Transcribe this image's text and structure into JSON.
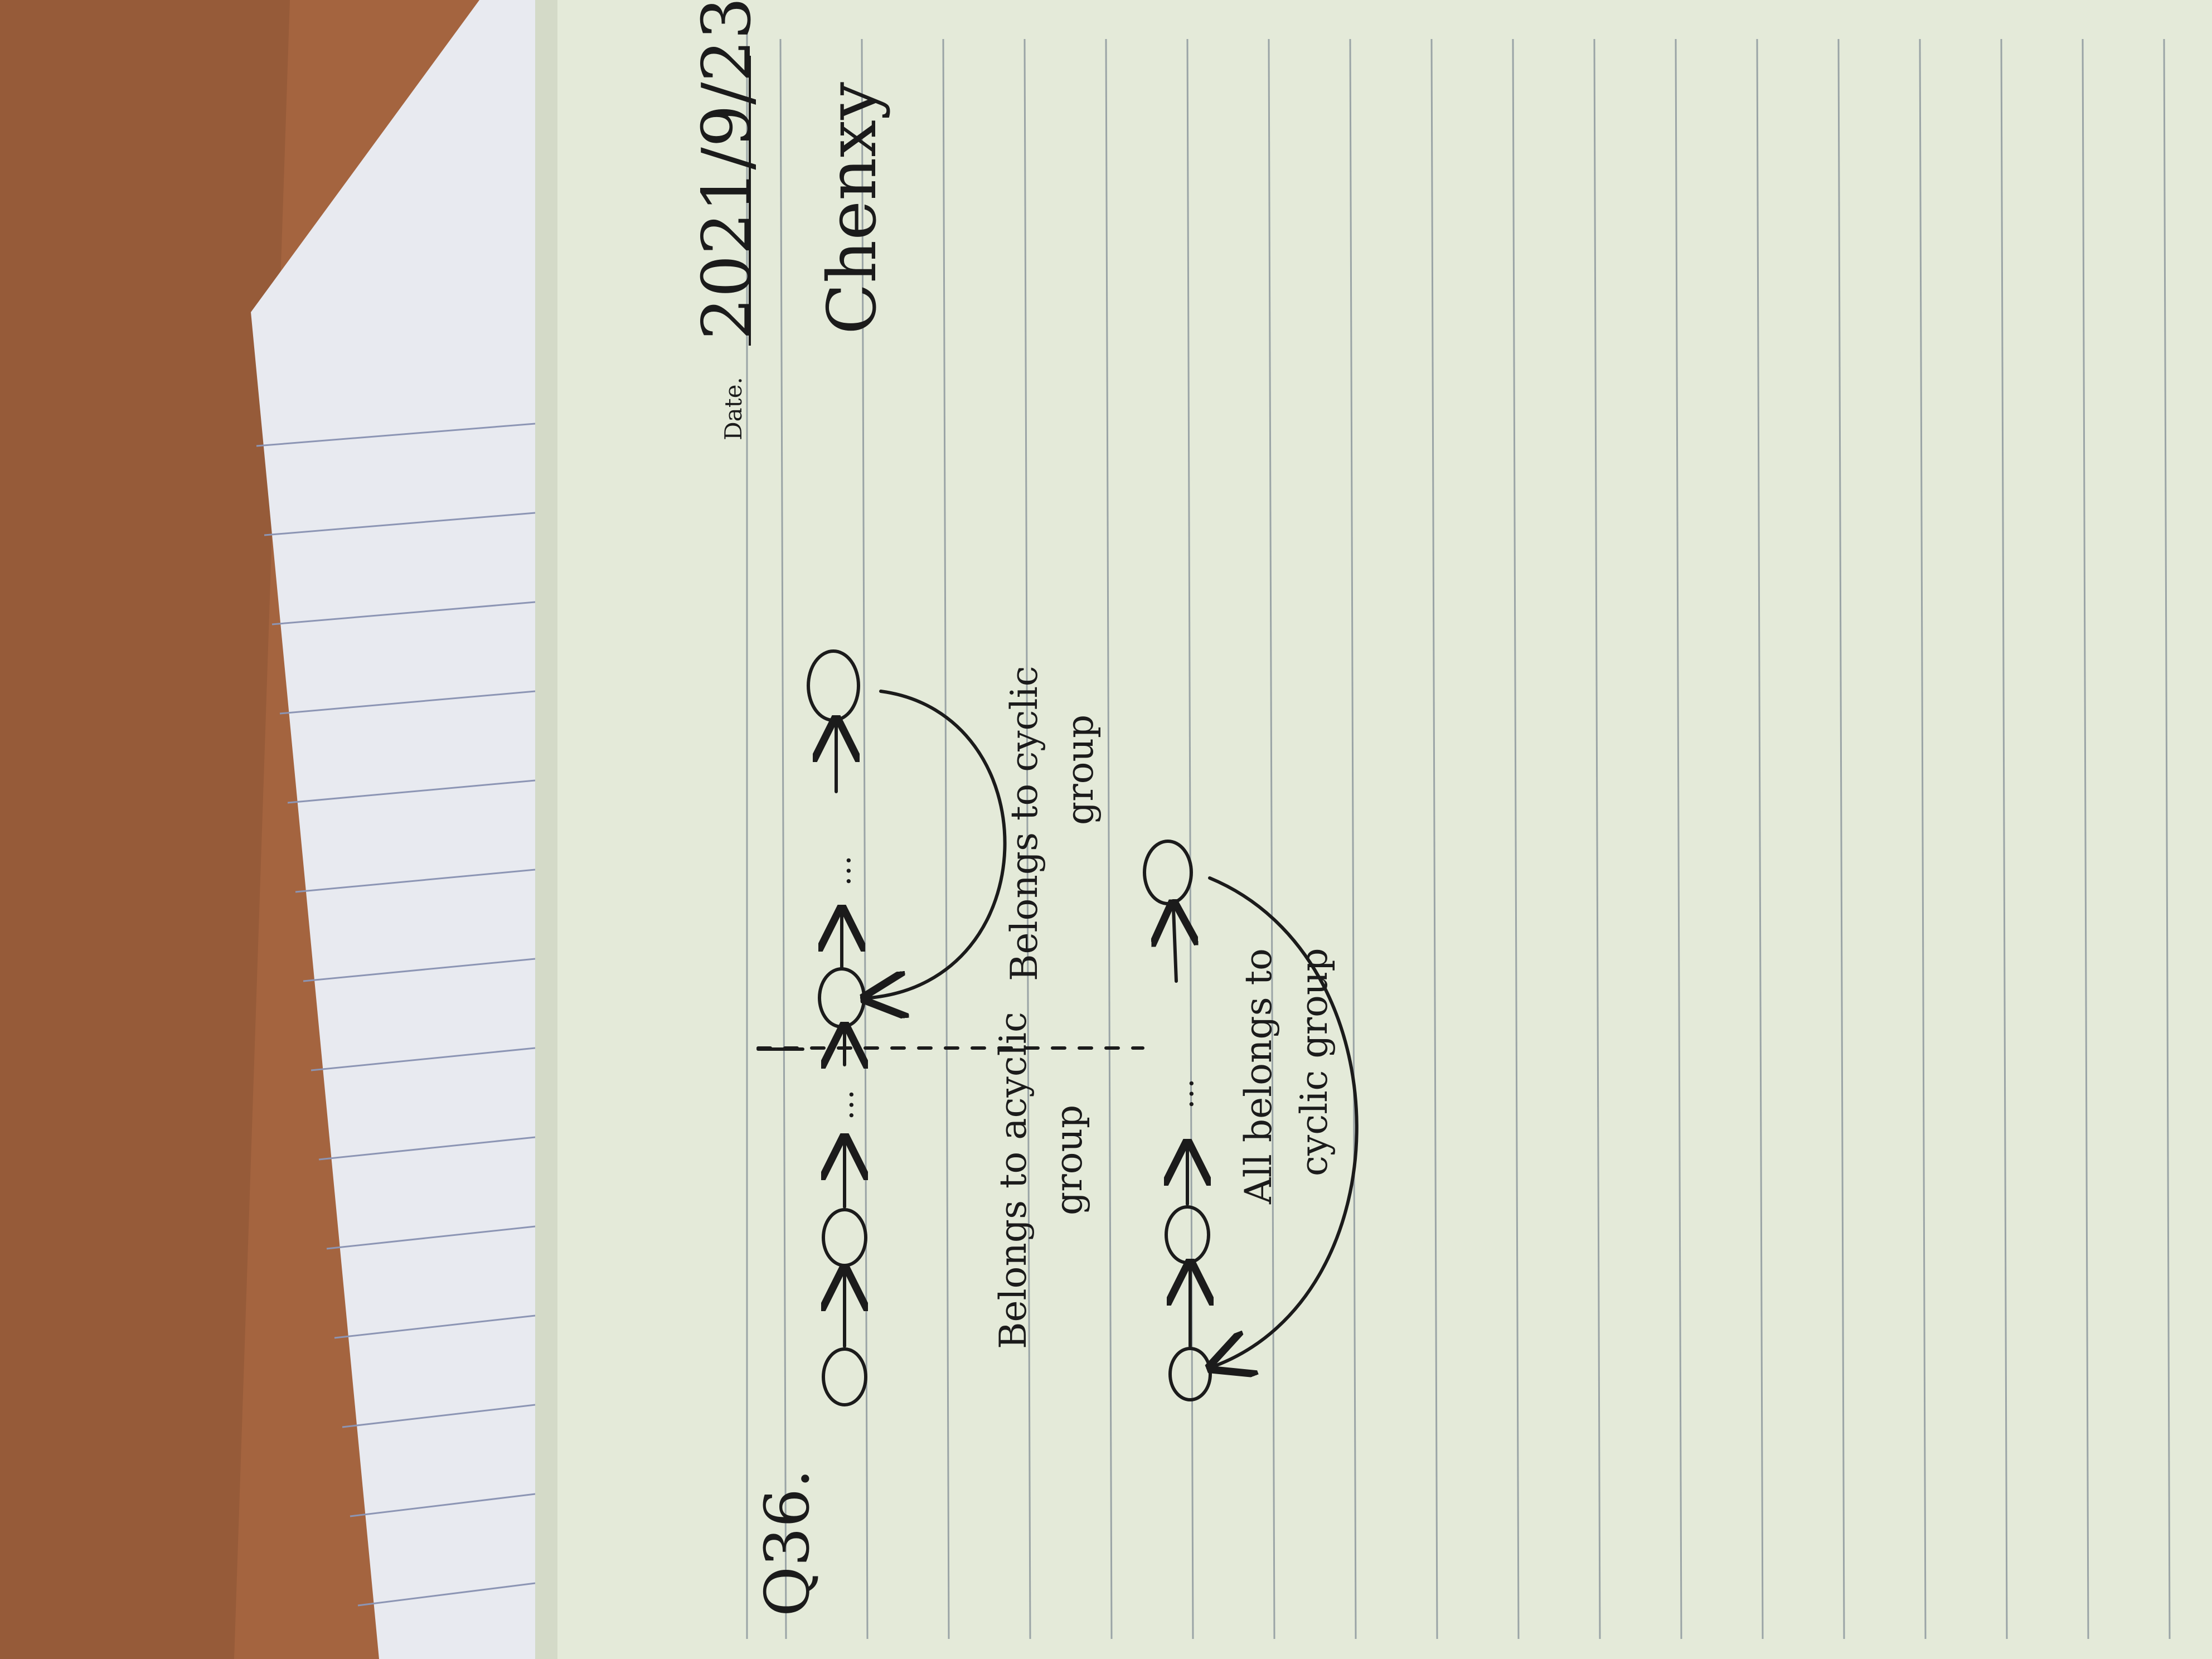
{
  "photo": {
    "colors": {
      "desk": "#a4643f",
      "desk_dark": "#7d4a2e",
      "paper": "#e4ead9",
      "paper_shadow": "#c9cfbd",
      "rule_line": "#9aa4a6",
      "back_sheet": "#e8eaf0",
      "back_rule": "#8c95b4",
      "ink": "#1b1b1b"
    },
    "printed": {
      "date_label": "Date."
    },
    "handwriting": {
      "date": "2021/9/23",
      "author": "Chenxy",
      "question": "Q36.",
      "label_acyclic_1": "Belongs to acyclic",
      "label_acyclic_2": "group",
      "label_cyclic_1": "Belongs to cyclic",
      "label_cyclic_2": "group",
      "label_all_1": "All belongs to",
      "label_all_2": "cyclic group",
      "ellipsis": "…"
    }
  }
}
